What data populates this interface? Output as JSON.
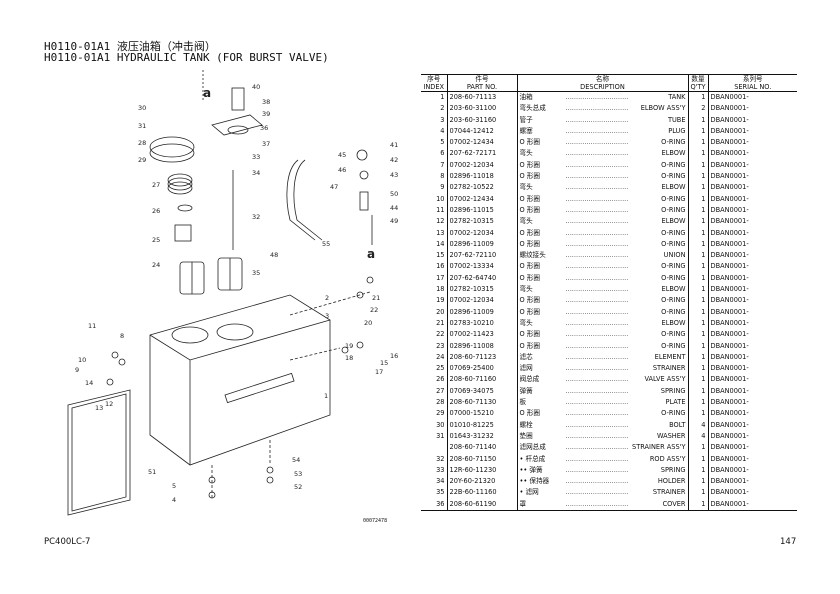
{
  "title_cn": "H0110-01A1 液压油箱（冲击阀）",
  "title_en": "H0110-01A1 HYDRAULIC TANK (FOR BURST VALVE)",
  "table": {
    "headers": [
      {
        "cn": "序号",
        "en": "INDEX"
      },
      {
        "cn": "件号",
        "en": "PART NO."
      },
      {
        "cn": "名称",
        "en": "DESCRIPTION"
      },
      {
        "cn": "数量",
        "en": "Q'TY"
      },
      {
        "cn": "系列号",
        "en": "SERIAL NO."
      }
    ],
    "rows": [
      {
        "index": "1",
        "part_no": "208-60-71113",
        "name": "油箱",
        "desc": "TANK",
        "qty": "1",
        "serial": "DBAN0001-"
      },
      {
        "index": "2",
        "part_no": "203-60-31100",
        "name": "弯头总成",
        "desc": "ELBOW ASS'Y",
        "qty": "2",
        "serial": "DBAN0001-"
      },
      {
        "index": "3",
        "part_no": "203-60-31160",
        "name": "管子",
        "desc": "TUBE",
        "qty": "1",
        "serial": "DBAN0001-"
      },
      {
        "index": "4",
        "part_no": "07044-12412",
        "name": "螺塞",
        "desc": "PLUG",
        "qty": "1",
        "serial": "DBAN0001-"
      },
      {
        "index": "5",
        "part_no": "07002-12434",
        "name": "O 形圈",
        "desc": "O-RING",
        "qty": "1",
        "serial": "DBAN0001-"
      },
      {
        "index": "6",
        "part_no": "207-62-72171",
        "name": "弯头",
        "desc": "ELBOW",
        "qty": "1",
        "serial": "DBAN0001-"
      },
      {
        "index": "7",
        "part_no": "07002-12034",
        "name": "O 形圈",
        "desc": "O-RING",
        "qty": "1",
        "serial": "DBAN0001-"
      },
      {
        "index": "8",
        "part_no": "02896-11018",
        "name": "O 形圈",
        "desc": "O-RING",
        "qty": "1",
        "serial": "DBAN0001-"
      },
      {
        "index": "9",
        "part_no": "02782-10522",
        "name": "弯头",
        "desc": "ELBOW",
        "qty": "1",
        "serial": "DBAN0001-"
      },
      {
        "index": "10",
        "part_no": "07002-12434",
        "name": "O 形圈",
        "desc": "O-RING",
        "qty": "1",
        "serial": "DBAN0001-"
      },
      {
        "index": "11",
        "part_no": "02896-11015",
        "name": "O 形圈",
        "desc": "O-RING",
        "qty": "1",
        "serial": "DBAN0001-"
      },
      {
        "index": "12",
        "part_no": "02782-10315",
        "name": "弯头",
        "desc": "ELBOW",
        "qty": "1",
        "serial": "DBAN0001-"
      },
      {
        "index": "13",
        "part_no": "07002-12034",
        "name": "O 形圈",
        "desc": "O-RING",
        "qty": "1",
        "serial": "DBAN0001-"
      },
      {
        "index": "14",
        "part_no": "02896-11009",
        "name": "O 形圈",
        "desc": "O-RING",
        "qty": "1",
        "serial": "DBAN0001-"
      },
      {
        "index": "15",
        "part_no": "207-62-72110",
        "name": "螺纹接头",
        "desc": "UNION",
        "qty": "1",
        "serial": "DBAN0001-"
      },
      {
        "index": "16",
        "part_no": "07002-13334",
        "name": "O 形圈",
        "desc": "O-RING",
        "qty": "1",
        "serial": "DBAN0001-"
      },
      {
        "index": "17",
        "part_no": "207-62-64740",
        "name": "O 形圈",
        "desc": "O-RING",
        "qty": "1",
        "serial": "DBAN0001-"
      },
      {
        "index": "18",
        "part_no": "02782-10315",
        "name": "弯头",
        "desc": "ELBOW",
        "qty": "1",
        "serial": "DBAN0001-"
      },
      {
        "index": "19",
        "part_no": "07002-12034",
        "name": "O 形圈",
        "desc": "O-RING",
        "qty": "1",
        "serial": "DBAN0001-"
      },
      {
        "index": "20",
        "part_no": "02896-11009",
        "name": "O 形圈",
        "desc": "O-RING",
        "qty": "1",
        "serial": "DBAN0001-"
      },
      {
        "index": "21",
        "part_no": "02783-10210",
        "name": "弯头",
        "desc": "ELBOW",
        "qty": "1",
        "serial": "DBAN0001-"
      },
      {
        "index": "22",
        "part_no": "07002-11423",
        "name": "O 形圈",
        "desc": "O-RING",
        "qty": "1",
        "serial": "DBAN0001-"
      },
      {
        "index": "23",
        "part_no": "02896-11008",
        "name": "O 形圈",
        "desc": "O-RING",
        "qty": "1",
        "serial": "DBAN0001-"
      },
      {
        "index": "24",
        "part_no": "208-60-71123",
        "name": "滤芯",
        "desc": "ELEMENT",
        "qty": "1",
        "serial": "DBAN0001-"
      },
      {
        "index": "25",
        "part_no": "07069-25400",
        "name": "滤网",
        "desc": "STRAINER",
        "qty": "1",
        "serial": "DBAN0001-"
      },
      {
        "index": "26",
        "part_no": "208-60-71160",
        "name": "阀总成",
        "desc": "VALVE ASS'Y",
        "qty": "1",
        "serial": "DBAN0001-"
      },
      {
        "index": "27",
        "part_no": "07069-34075",
        "name": "弹簧",
        "desc": "SPRING",
        "qty": "1",
        "serial": "DBAN0001-"
      },
      {
        "index": "28",
        "part_no": "208-60-71130",
        "name": "板",
        "desc": "PLATE",
        "qty": "1",
        "serial": "DBAN0001-"
      },
      {
        "index": "29",
        "part_no": "07000-15210",
        "name": "O 形圈",
        "desc": "O-RING",
        "qty": "1",
        "serial": "DBAN0001-"
      },
      {
        "index": "30",
        "part_no": "01010-81225",
        "name": "螺栓",
        "desc": "BOLT",
        "qty": "4",
        "serial": "DBAN0001-"
      },
      {
        "index": "31",
        "part_no": "01643-31232",
        "name": "垫圈",
        "desc": "WASHER",
        "qty": "4",
        "serial": "DBAN0001-"
      },
      {
        "index": "",
        "part_no": "208-60-71140",
        "name": "滤网总成",
        "desc": "STRAINER ASS'Y",
        "qty": "1",
        "serial": "DBAN0001-"
      },
      {
        "index": "32",
        "part_no": "208-60-71150",
        "name": "• 杆总成",
        "desc": "ROD ASS'Y",
        "qty": "1",
        "serial": "DBAN0001-"
      },
      {
        "index": "33",
        "part_no": "12R-60-11230",
        "name": "•• 弹簧",
        "desc": "SPRING",
        "qty": "1",
        "serial": "DBAN0001-"
      },
      {
        "index": "34",
        "part_no": "20Y-60-21320",
        "name": "•• 保持器",
        "desc": "HOLDER",
        "qty": "1",
        "serial": "DBAN0001-"
      },
      {
        "index": "35",
        "part_no": "22B-60-11160",
        "name": "• 滤网",
        "desc": "STRAINER",
        "qty": "1",
        "serial": "DBAN0001-"
      },
      {
        "index": "36",
        "part_no": "208-60-61190",
        "name": "罩",
        "desc": "COVER",
        "qty": "1",
        "serial": "DBAN0001-"
      }
    ]
  },
  "diagram": {
    "callouts": [
      "40",
      "38",
      "39",
      "30",
      "31",
      "36",
      "37",
      "28",
      "29",
      "33",
      "34",
      "27",
      "26",
      "25",
      "24",
      "32",
      "35",
      "41",
      "42",
      "43",
      "45",
      "46",
      "47",
      "50",
      "44",
      "49",
      "48",
      "55",
      "2",
      "3",
      "21",
      "22",
      "20",
      "19",
      "18",
      "15",
      "16",
      "17",
      "11",
      "8",
      "10",
      "9",
      "14",
      "13",
      "12",
      "1",
      "51",
      "5",
      "4",
      "54",
      "53",
      "52"
    ],
    "arrow_labels": [
      "a",
      "a"
    ],
    "drawing_code": "00072478"
  },
  "footer": {
    "model": "PC400LC-7",
    "page": "147"
  }
}
